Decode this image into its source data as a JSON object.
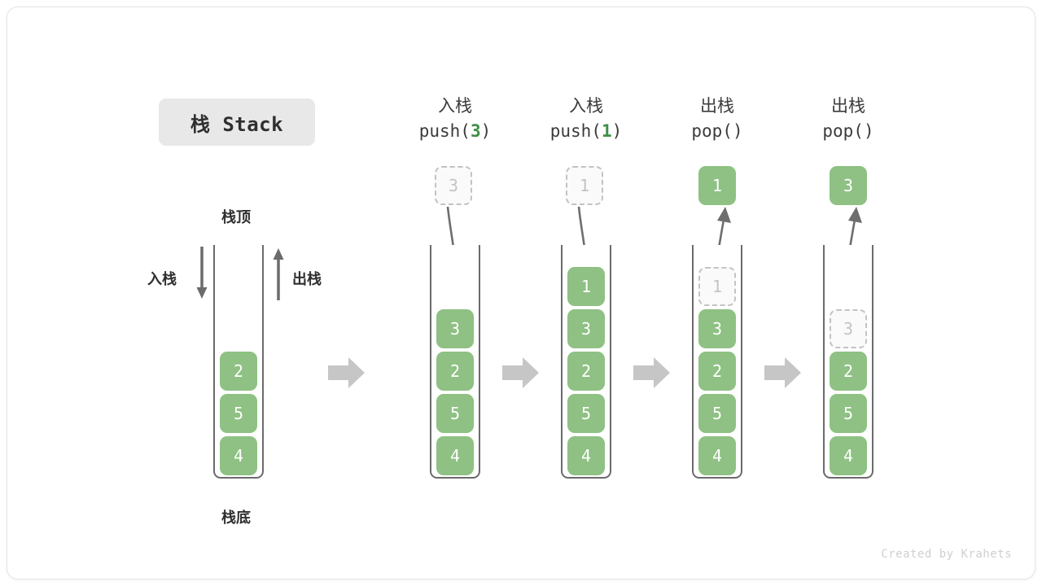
{
  "title": {
    "badge_label": "栈 Stack"
  },
  "footer": {
    "credit": "Created by Krahets"
  },
  "colors": {
    "element_green": "#8ec183",
    "ghost_gray": "#c3c3c3",
    "accent_code_green": "#3f8f45",
    "wall_gray": "#6b6b6b",
    "arrow_gray": "#9e9e9e",
    "badge_bg": "#e8e8e8"
  },
  "initial_stack": {
    "top_label": "栈顶",
    "bottom_label": "栈底",
    "push_label": "入栈",
    "pop_label": "出栈",
    "values": [
      "2",
      "5",
      "4"
    ]
  },
  "steps": [
    {
      "id": "push-3",
      "op_cn": "入栈",
      "op_code_prefix": "push(",
      "op_code_arg": "3",
      "op_code_suffix": ")",
      "kind": "push",
      "moving_value": "3",
      "stack_values": [
        "3",
        "2",
        "5",
        "4"
      ],
      "ghost_index": -1
    },
    {
      "id": "push-1",
      "op_cn": "入栈",
      "op_code_prefix": "push(",
      "op_code_arg": "1",
      "op_code_suffix": ")",
      "kind": "push",
      "moving_value": "1",
      "stack_values": [
        "1",
        "3",
        "2",
        "5",
        "4"
      ],
      "ghost_index": -1
    },
    {
      "id": "pop-1",
      "op_cn": "出栈",
      "op_code_prefix": "pop(",
      "op_code_arg": "",
      "op_code_suffix": ")",
      "kind": "pop",
      "moving_value": "1",
      "stack_values": [
        "1",
        "3",
        "2",
        "5",
        "4"
      ],
      "ghost_index": 0
    },
    {
      "id": "pop-3",
      "op_cn": "出栈",
      "op_code_prefix": "pop(",
      "op_code_arg": "",
      "op_code_suffix": ")",
      "kind": "pop",
      "moving_value": "3",
      "stack_values": [
        "3",
        "2",
        "5",
        "4"
      ],
      "ghost_index": 0
    }
  ],
  "transitions": [
    {
      "name": "transition-arrow-1"
    },
    {
      "name": "transition-arrow-2"
    },
    {
      "name": "transition-arrow-3"
    },
    {
      "name": "transition-arrow-4"
    }
  ]
}
